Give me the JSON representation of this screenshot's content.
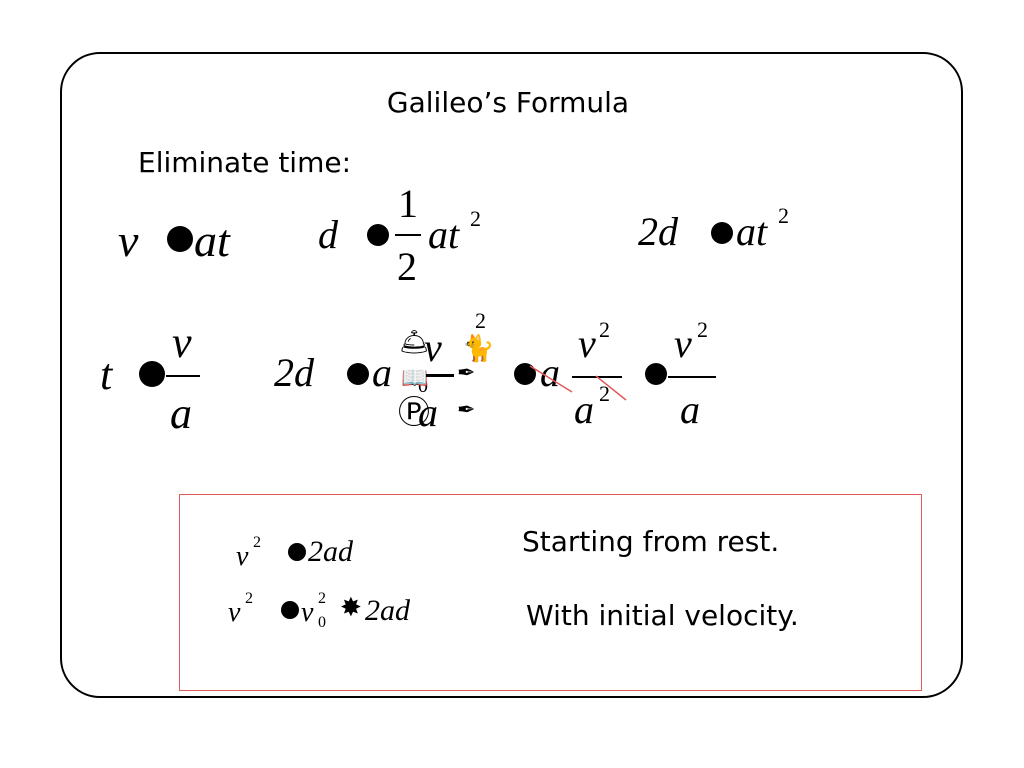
{
  "slide": {
    "title": "Galileo’s Formula",
    "subtitle": "Eliminate time:"
  },
  "equations": {
    "eq1": {
      "lhs": "v",
      "rhs": "at"
    },
    "eq2": {
      "lhs": "d",
      "num": "1",
      "den": "2",
      "rhs": "at",
      "exp": "2"
    },
    "eq3": {
      "lhs": "2d",
      "rhs": "at",
      "exp": "2"
    },
    "eq4": {
      "lhs": "t",
      "num": "v",
      "den": "a"
    },
    "eq5": {
      "lhs": "2d",
      "a1": "a",
      "inner_num": "v",
      "inner_sub": "0",
      "inner_den": "a",
      "outer_exp": "2",
      "a2": "a",
      "num2": "v",
      "num2_exp": "2",
      "den2": "a",
      "den2_exp": "2",
      "num3": "v",
      "num3_exp": "2",
      "den3": "a"
    }
  },
  "summary_box": {
    "border_color": "#e05a5a",
    "row1": {
      "lhs": "v",
      "lhs_exp": "2",
      "rhs": "2ad",
      "note": "Starting from rest."
    },
    "row2": {
      "lhs": "v",
      "lhs_exp": "2",
      "v0": "v",
      "v0_exp": "2",
      "v0_sub": "0",
      "rhs": "2ad",
      "note": "With initial velocity."
    }
  }
}
